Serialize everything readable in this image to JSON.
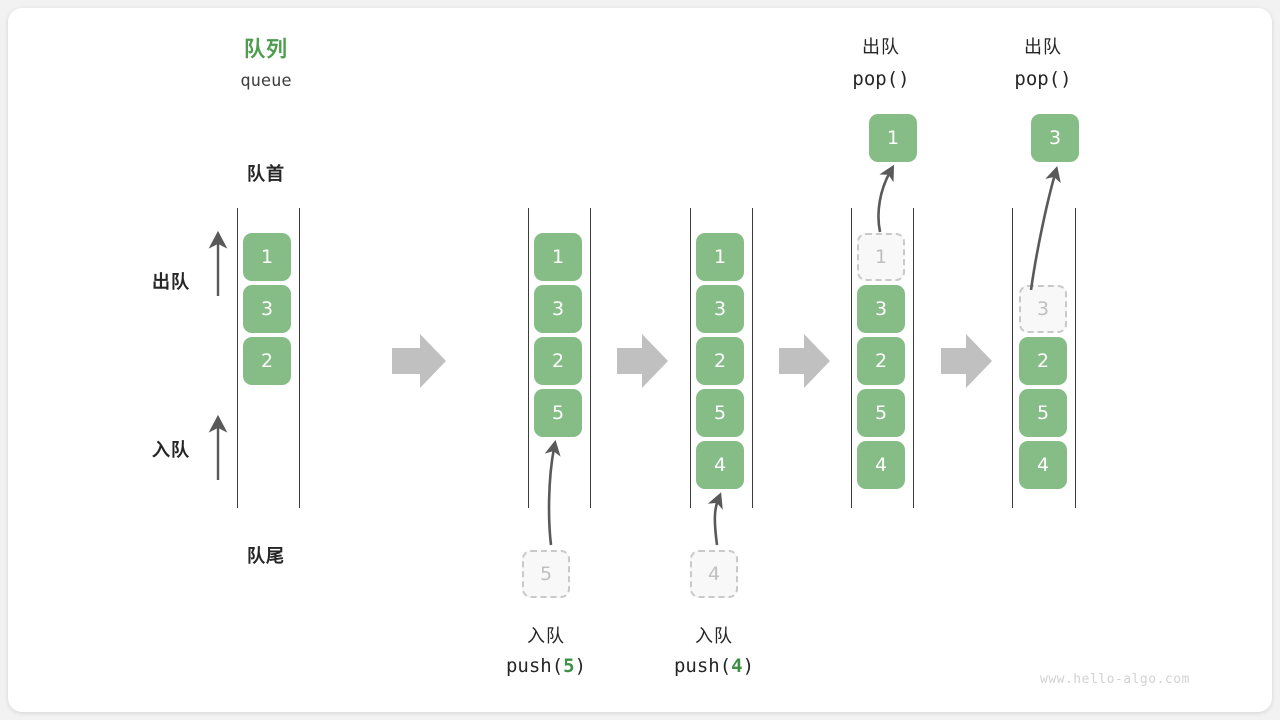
{
  "diagram": {
    "title_cn": "队列",
    "title_en": "queue",
    "front_label": "队首",
    "rear_label": "队尾",
    "dequeue_side_label": "出队",
    "enqueue_side_label": "入队",
    "watermark": "www.hello-algo.com",
    "accent_green": "#4c9e4c",
    "element_green": "#86bd86",
    "ghost_gray": "#bfbfbf",
    "arrow_gray": "#c0c0c0"
  },
  "stages": [
    {
      "name": "initial",
      "cells": [
        {
          "value": "1",
          "state": "filled"
        },
        {
          "value": "3",
          "state": "filled"
        },
        {
          "value": "2",
          "state": "filled"
        }
      ],
      "operation": null,
      "incoming": null,
      "outgoing": null
    },
    {
      "name": "after-push-5",
      "cells": [
        {
          "value": "1",
          "state": "filled"
        },
        {
          "value": "3",
          "state": "filled"
        },
        {
          "value": "2",
          "state": "filled"
        },
        {
          "value": "5",
          "state": "filled"
        }
      ],
      "operation": {
        "cn": "入队",
        "code_prefix": "push(",
        "code_arg": "5",
        "code_suffix": ")"
      },
      "incoming": {
        "value": "5"
      },
      "outgoing": null
    },
    {
      "name": "after-push-4",
      "cells": [
        {
          "value": "1",
          "state": "filled"
        },
        {
          "value": "3",
          "state": "filled"
        },
        {
          "value": "2",
          "state": "filled"
        },
        {
          "value": "5",
          "state": "filled"
        },
        {
          "value": "4",
          "state": "filled"
        }
      ],
      "operation": {
        "cn": "入队",
        "code_prefix": "push(",
        "code_arg": "4",
        "code_suffix": ")"
      },
      "incoming": {
        "value": "4"
      },
      "outgoing": null
    },
    {
      "name": "after-pop-1",
      "cells": [
        {
          "value": "1",
          "state": "ghost"
        },
        {
          "value": "3",
          "state": "filled"
        },
        {
          "value": "2",
          "state": "filled"
        },
        {
          "value": "5",
          "state": "filled"
        },
        {
          "value": "4",
          "state": "filled"
        }
      ],
      "operation": {
        "cn": "出队",
        "code_prefix": "pop(",
        "code_arg": "",
        "code_suffix": ")"
      },
      "incoming": null,
      "outgoing": {
        "value": "1"
      }
    },
    {
      "name": "after-pop-3",
      "cells": [
        {
          "value": "3",
          "state": "ghost"
        },
        {
          "value": "2",
          "state": "filled"
        },
        {
          "value": "5",
          "state": "filled"
        },
        {
          "value": "4",
          "state": "filled"
        }
      ],
      "operation": {
        "cn": "出队",
        "code_prefix": "pop(",
        "code_arg": "",
        "code_suffix": ")"
      },
      "incoming": null,
      "outgoing": {
        "value": "3"
      }
    }
  ],
  "transitions": [
    "arrow-1",
    "arrow-2",
    "arrow-3",
    "arrow-4"
  ]
}
